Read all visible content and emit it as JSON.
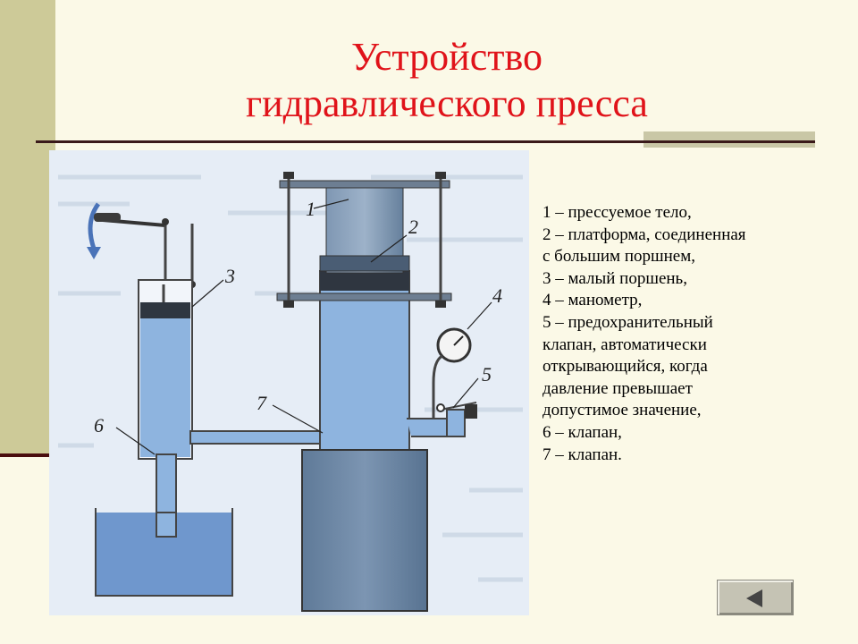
{
  "slide": {
    "title_line1": "Устройство",
    "title_line2": "гидравлического пресса"
  },
  "diagram": {
    "callouts": [
      "1",
      "2",
      "3",
      "4",
      "5",
      "6",
      "7"
    ],
    "liquid_color": "#8eb4df",
    "liquid_dark_color": "#6f97cd",
    "background_color": "#e8eef7"
  },
  "legend": {
    "lines": [
      "1 – прессуемое тело,",
      "2 – платформа, соединенная",
      "с большим поршнем,",
      "3 – малый поршень,",
      "4 – манометр,",
      "5 – предохранительный",
      "клапан, автоматически",
      "открывающийся, когда",
      "давление превышает",
      "допустимое значение,",
      "6 – клапан,",
      "7 – клапан."
    ]
  },
  "navigation": {
    "back_icon": "triangle-left-icon",
    "accent_color": "#e0131a"
  }
}
